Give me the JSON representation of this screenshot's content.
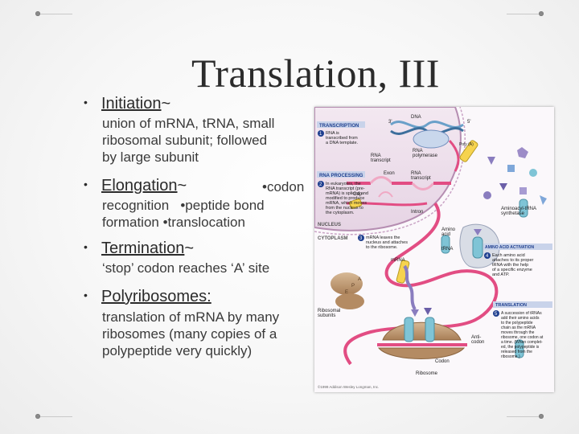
{
  "slide": {
    "title": "Translation, III",
    "bullets": [
      {
        "heading": "Initiation",
        "suffix": "~",
        "lines": [
          "union of mRNA, tRNA, small",
          "ribosomal subunit; followed",
          "by large subunit"
        ]
      },
      {
        "heading": "Elongation",
        "suffix": "~",
        "inline_tail": "•codon",
        "lines": [
          "recognition   •peptide bond",
          "formation •translocation"
        ]
      },
      {
        "heading": "Termination",
        "suffix": "~",
        "lines": [
          "‘stop’ codon reaches ‘A’ site"
        ]
      },
      {
        "heading": "Polyribosomes:",
        "suffix": "",
        "lines": [
          "translation of mRNA by many",
          "ribosomes (many copies of a",
          "polypeptide very quickly)"
        ]
      }
    ],
    "bullet_glyph": "•"
  },
  "figure": {
    "transcription": {
      "header": "TRANSCRIPTION",
      "step": "1",
      "text": [
        "RNA is",
        "transcribed from",
        "a DNA template."
      ]
    },
    "rna_processing": {
      "header": "RNA PROCESSING",
      "step": "2",
      "text": [
        "In eukaryotes, the",
        "RNA transcript (pre-",
        "mRNA) is spliced and",
        "modified to produce",
        "mRNA, which moves",
        "from the nucleus to",
        "the cytoplasm."
      ]
    },
    "labels": {
      "dna": "DNA",
      "three_prime": "3'",
      "five_prime": "5'",
      "rna_polymerase": [
        "RNA",
        "polymerase"
      ],
      "poly_a": "Poly (A)",
      "rna_transcript": [
        "RNA",
        "transcript"
      ],
      "exon": "Exon",
      "rna_transcript_pre": [
        "RNA",
        "transcript",
        "(pre-mRNA)"
      ],
      "intron": "Intron",
      "cap": "Cap",
      "nucleus": "NUCLEUS",
      "cytoplasm": "CYTOPLASM",
      "aminoacyl_trna_synthetase": [
        "Aminoacyl-tRNA",
        "synthetase"
      ],
      "amino_acid": [
        "Amino",
        "acid"
      ],
      "trna": "tRNA",
      "mrna": "mRNA",
      "ribosomal_subunits": [
        "Ribosomal",
        "subunits"
      ],
      "e_site": "E",
      "p_site": "P",
      "a_site": "A",
      "anticodon": [
        "Anti-",
        "codon"
      ],
      "codon": "Codon",
      "ribosome": "Ribosome",
      "copyright": "©1999 Addison Wesley Longman, Inc."
    },
    "step3": {
      "step": "3",
      "text": [
        "mRNA leaves the",
        "nucleus and attaches",
        "to the ribosome."
      ]
    },
    "amino_acid_activation": {
      "header": "AMINO ACID ACTIVATION",
      "step": "4",
      "text": [
        "Each amino acid",
        "attaches to its proper",
        "tRNA with the help",
        "of a specific enzyme",
        "and ATP."
      ]
    },
    "translation": {
      "header": "TRANSLATION",
      "step": "5",
      "text": [
        "A succession of tRNAs",
        "add their amino acids",
        "to the polypeptide",
        "chain as the mRNA",
        "moves through the",
        "ribosome, one codon at",
        "a time. (When complet-",
        "ed, the polypeptide is",
        "released from the",
        "ribosome.)"
      ]
    },
    "colors": {
      "step_badge": "#1f3f8f",
      "header_band": "#c9d3ea",
      "mrna_pink": "#e24d83",
      "nucleus_fill": "#efe3ee",
      "ribosome_tan": "#c8a27a",
      "trna_teal": "#7fc4d6",
      "amino_purple": "#8a7dbf"
    }
  }
}
